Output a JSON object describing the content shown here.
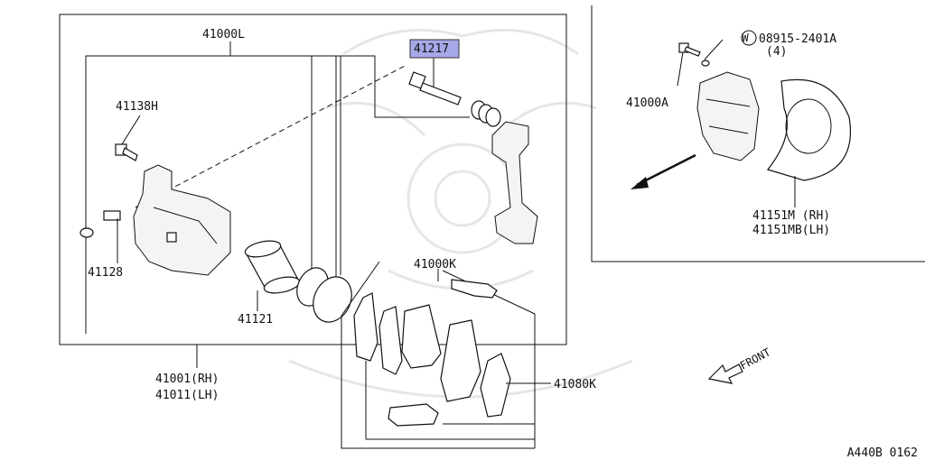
{
  "diagram": {
    "callouts": {
      "c41000L": "41000L",
      "c41217": "41217",
      "c41138H": "41138H",
      "c41128": "41128",
      "c41121": "41121",
      "c41001": "41001(RH)",
      "c41011": "41011(LH)",
      "c41000K": "41000K",
      "c41080K": "41080K",
      "c41000A": "41000A",
      "c08915": "08915-2401A",
      "c08915_qty": "(4)",
      "c41151M": "41151M  (RH)",
      "c41151MB": "41151MB(LH)",
      "front": "FRONT",
      "washer_symbol": "W"
    },
    "highlight_color": "#a7a8e8",
    "footer_code": "A440B 0162"
  }
}
